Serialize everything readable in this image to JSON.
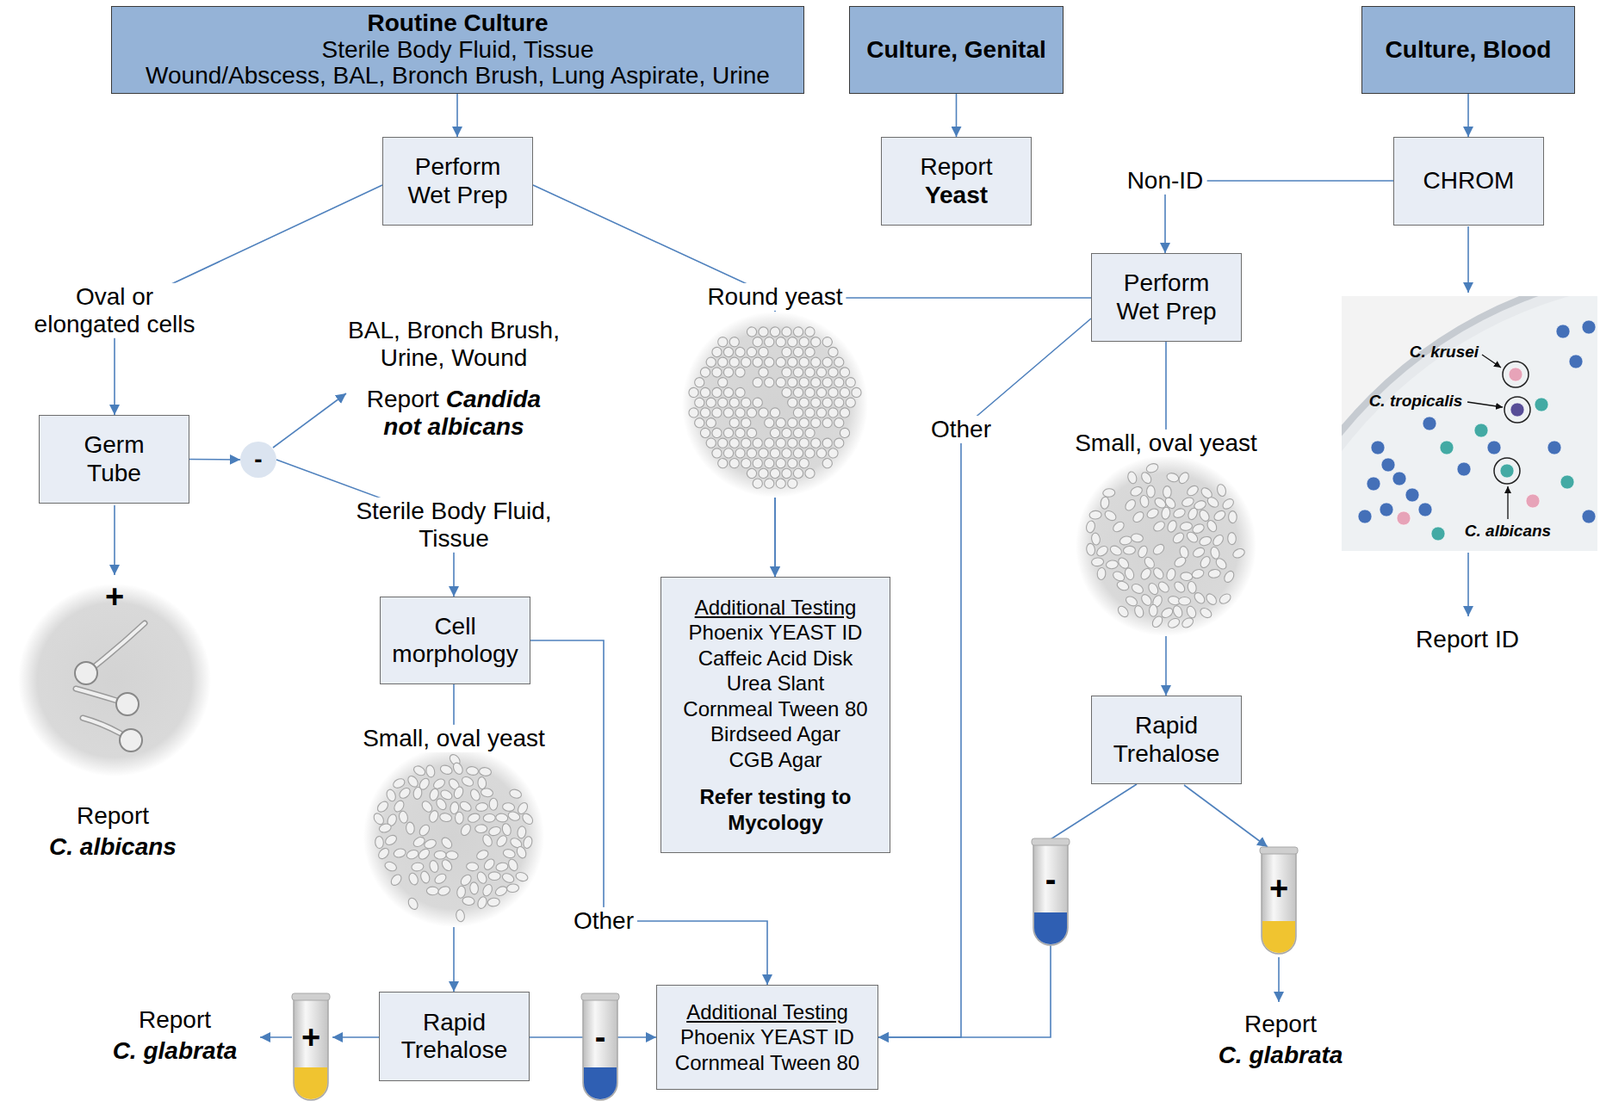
{
  "diagram": {
    "nodes": [
      {
        "text": [
          "Routine Culture",
          "Sterile Body Fluid, Tissue",
          "Wound/Abscess, BAL, Bronch Brush, Lung Aspirate, Urine"
        ]
      },
      {
        "text": [
          "Culture, Genital"
        ]
      },
      {
        "text": [
          "Culture, Blood"
        ]
      },
      {
        "text": [
          "Perform Wet Prep"
        ]
      },
      {
        "text": [
          "Report",
          "Yeast"
        ]
      },
      {
        "text": [
          "CHROM"
        ]
      },
      {
        "text": [
          "Perform Wet Prep"
        ]
      },
      {
        "text": [
          "Germ Tube"
        ]
      },
      {
        "text": [
          "-"
        ]
      },
      {
        "text": [
          "Cell morphology"
        ]
      },
      {
        "text": [
          "Additional Testing",
          "Phoenix YEAST ID",
          "Caffeic Acid Disk",
          "Urea Slant",
          "Cornmeal Tween 80",
          "Birdseed Agar",
          "CGB Agar",
          "Refer testing to Mycology"
        ]
      },
      {
        "text": [
          "Rapid Trehalose"
        ]
      },
      {
        "text": [
          "Rapid Trehalose"
        ]
      },
      {
        "text": [
          "Additional Testing",
          "Phoenix YEAST ID",
          "Cornmeal Tween 80"
        ]
      }
    ],
    "edges": [
      {
        "from": 0,
        "to": 3,
        "arrow": "to"
      },
      {
        "from": 1,
        "to": 4,
        "arrow": "to"
      },
      {
        "from": 2,
        "to": 5,
        "arrow": "to"
      },
      {
        "from": 3,
        "to": 7,
        "label": "Oval or elongated cells",
        "arrow": "to"
      },
      {
        "from": 7,
        "to": 8,
        "arrow": "to"
      },
      {
        "from": 8,
        "to": 9,
        "label": "Sterile Body Fluid, Tissue",
        "arrow": "to"
      },
      {
        "from": 3,
        "to": 10,
        "label": "Round yeast",
        "arrow": "to"
      },
      {
        "from": 6,
        "to": 10,
        "arrow": "to"
      },
      {
        "from": 5,
        "to": 6,
        "label": "Non-ID",
        "arrow": "to"
      },
      {
        "from": 6,
        "to": 13,
        "label": "Other",
        "arrow": "to"
      },
      {
        "from": 6,
        "to": 11,
        "label": "Small, oval yeast",
        "arrow": "to"
      },
      {
        "from": 9,
        "to": 12,
        "label": "Small, oval yeast",
        "arrow": "to"
      },
      {
        "from": 9,
        "to": 13,
        "label": "Other",
        "arrow": "to"
      },
      {
        "from": 12,
        "to": 13,
        "arrow": "to"
      },
      {
        "from": 11,
        "to": 13,
        "arrow": "to"
      }
    ],
    "labels": [
      "BAL, Bronch Brush, Urine, Wound",
      "Report",
      "Candida not albicans",
      "+",
      "Report",
      "C. albicans",
      "+",
      "Report",
      "C. glabrata",
      "-",
      "-",
      "+",
      "Report",
      "C. glabrata",
      "C. krusei",
      "C. tropicalis",
      "C. albicans",
      "Report ID"
    ]
  }
}
